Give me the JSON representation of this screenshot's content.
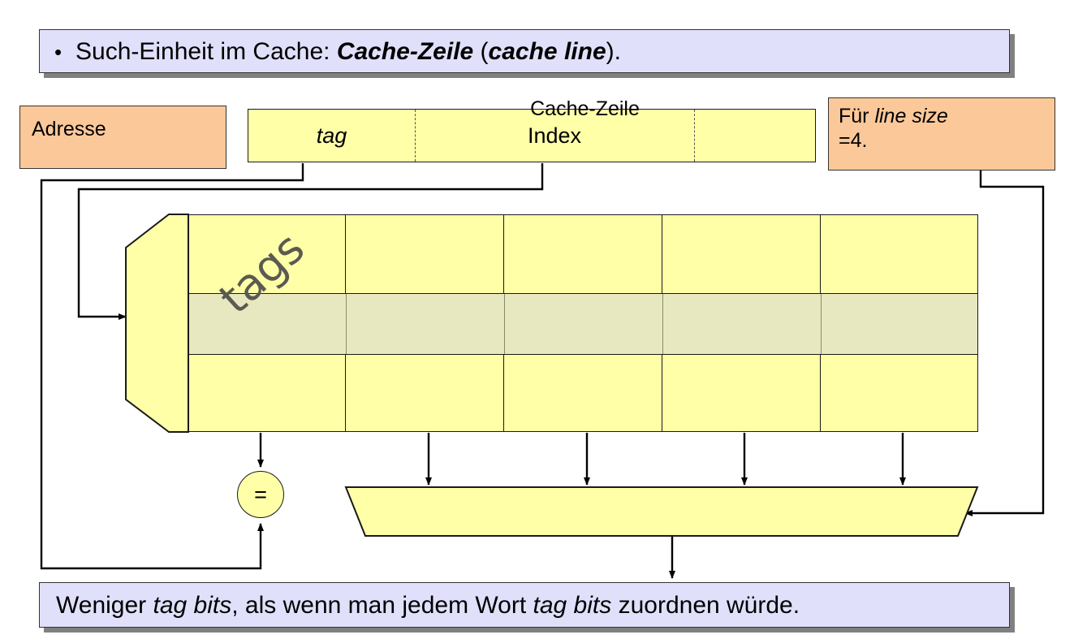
{
  "slide": {
    "top_banner": {
      "bullet": "•",
      "text_plain": "Such-Einheit im Cache: Cache-Zeile (cache line).",
      "prefix": "Such-Einheit im Cache: ",
      "bold_term": "Cache-Zeile",
      "paren_open": " (",
      "bold_italic_term": "cache line",
      "paren_close": ")."
    },
    "bottom_banner": {
      "text_plain": "Weniger tag bits, als wenn man jedem Wort tag bits zuordnen würde.",
      "part1": "Weniger ",
      "italic1": "tag bits",
      "part2": ", als wenn man jedem Wort ",
      "italic2": "tag bits",
      "part3": " zuordnen würde."
    }
  },
  "address": {
    "label_box": "Adresse",
    "fields": [
      {
        "name": "tag",
        "label": "tag",
        "italic": true
      },
      {
        "name": "index",
        "label": "Index",
        "italic": false
      },
      {
        "name": "offset",
        "label": "",
        "italic": false
      }
    ]
  },
  "note": {
    "part1": "Für ",
    "italic": "line size",
    "part2": "",
    "line2": "=4.",
    "text_plain": "Für line size =4."
  },
  "cache": {
    "tags_label": "tags",
    "line_label": "Cache-Zeile",
    "rows": 3,
    "columns": 5,
    "column_roles": [
      "tag",
      "word0",
      "word1",
      "word2",
      "word3"
    ],
    "highlighted_row_index": 1,
    "decoder_label": ""
  },
  "comparator": {
    "symbol": "=",
    "name": "equality-comparator"
  },
  "mux": {
    "label": "",
    "inputs": 4,
    "select_source": "offset"
  },
  "colors": {
    "banner_fill": "#e0e0fb",
    "banner_border": "#333333",
    "banner_shadow": "#808080",
    "orange_fill": "#fbc89a",
    "yellow_fill": "#ffffa8",
    "highlight_fill": "#e8e8c0",
    "line": "#1a1a1a",
    "tags_text": "#5a5a52",
    "background": "#ffffff"
  }
}
